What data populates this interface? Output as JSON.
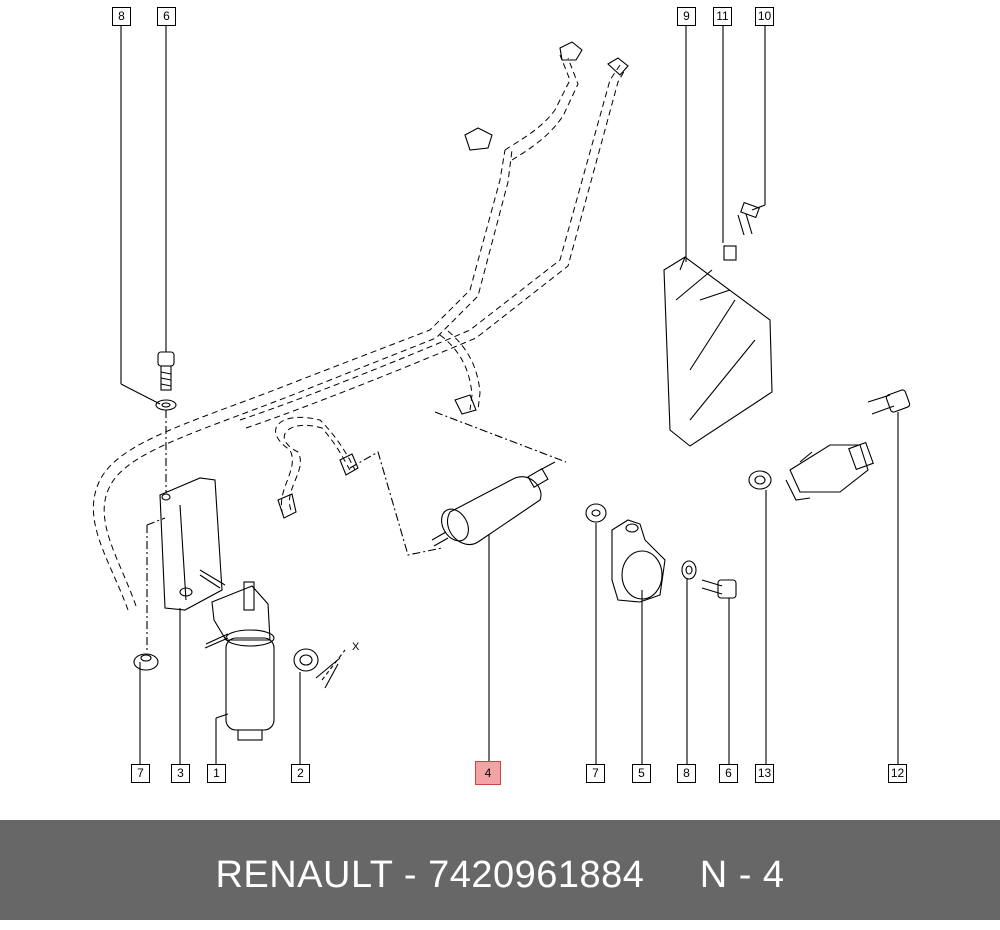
{
  "callouts": {
    "top": [
      "8",
      "6",
      "9",
      "11",
      "10"
    ],
    "bottom": [
      "7",
      "3",
      "1",
      "2",
      "4",
      "7",
      "5",
      "8",
      "6",
      "13",
      "12"
    ]
  },
  "annotation": "X",
  "footer": {
    "text": "RENAULT - 7420961884     N - 4"
  },
  "colors": {
    "footer_bg": "#676767",
    "highlight": "#f2a3a3"
  }
}
